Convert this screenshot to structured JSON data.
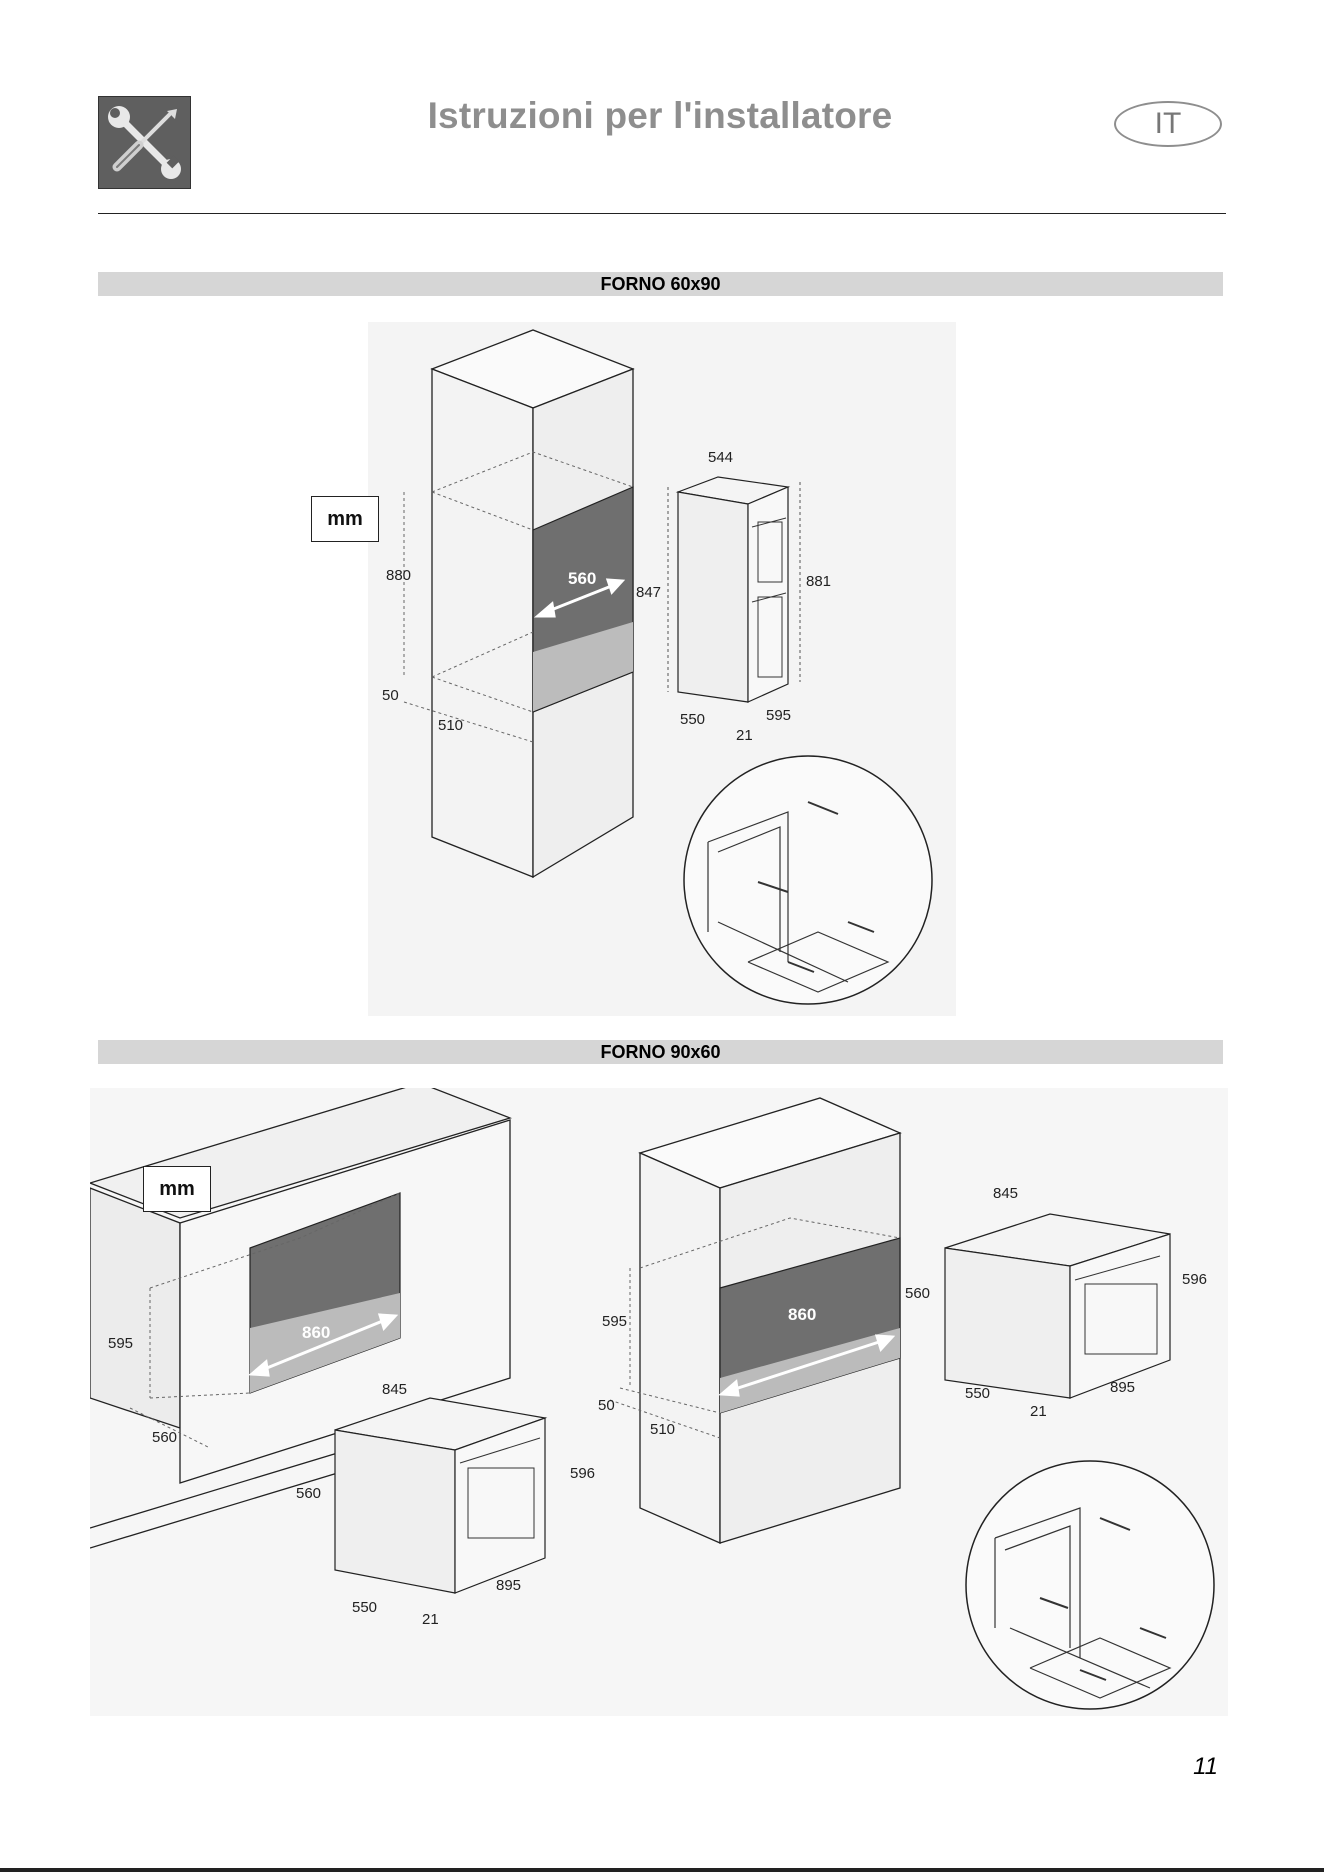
{
  "header": {
    "title": "Istruzioni per l'installatore",
    "language": "IT",
    "logo_icon": "tools-icon"
  },
  "sections": [
    {
      "heading": "FORNO  60x90",
      "unit_label": "mm",
      "cabinet_dims": {
        "height": "880",
        "depth": "510",
        "gap": "50",
        "width": "560"
      },
      "oven_dims": {
        "top_width": "544",
        "height": "847",
        "front_height": "881",
        "depth": "550",
        "front_width": "595",
        "door": "21"
      },
      "detail_icon": "screw-mounting-detail"
    },
    {
      "heading": "FORNO  90x60",
      "unit_label": "mm",
      "counter_dims": {
        "height": "595",
        "width": "860",
        "depth": "560"
      },
      "counter_oven_dims": {
        "top_width": "845",
        "height": "560",
        "front_height": "596",
        "depth": "550",
        "front_width": "895",
        "door": "21"
      },
      "column_dims": {
        "height": "595",
        "width": "860",
        "gap": "50",
        "depth": "510"
      },
      "column_oven_dims": {
        "top_width": "845",
        "height": "560",
        "front_height": "596",
        "depth": "550",
        "front_width": "895",
        "door": "21"
      },
      "detail_icon": "screw-mounting-detail"
    }
  ],
  "footer": {
    "page_number": "11"
  }
}
